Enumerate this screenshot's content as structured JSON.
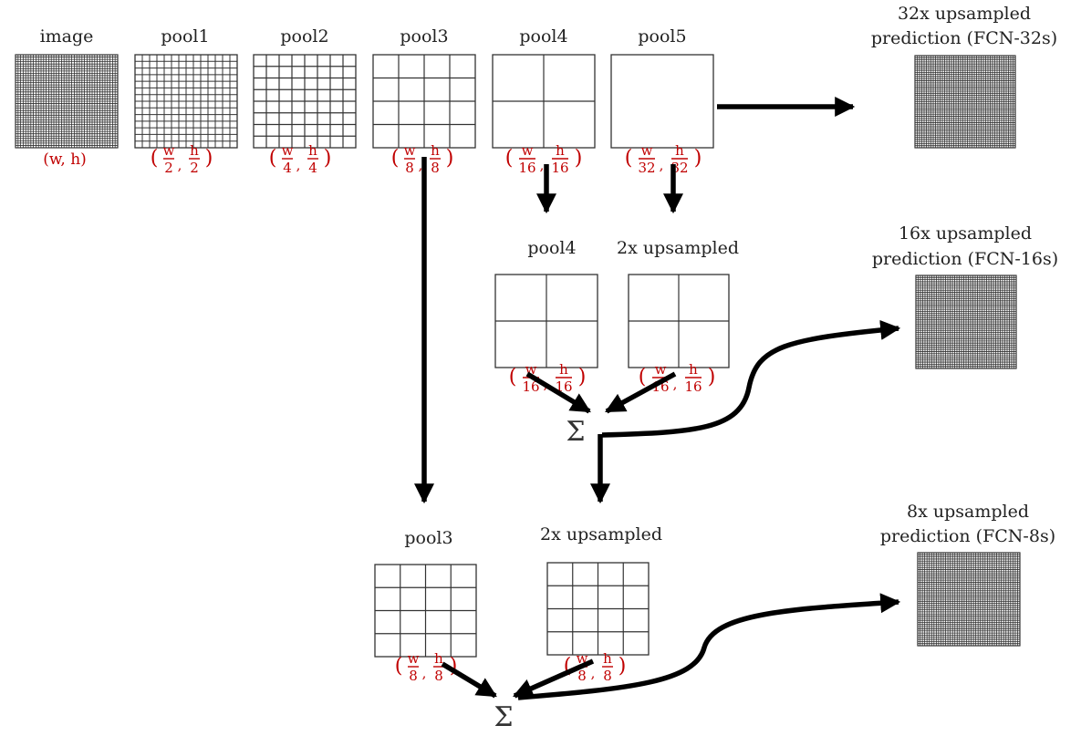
{
  "colors": {
    "text": "#222222",
    "dim": "#c00000",
    "arrow": "#000000",
    "grid": "#333333"
  },
  "top_row": [
    {
      "label": "image",
      "dim": "(w, h)",
      "den": ""
    },
    {
      "label": "pool1",
      "dim": "",
      "den": "2"
    },
    {
      "label": "pool2",
      "dim": "",
      "den": "4"
    },
    {
      "label": "pool3",
      "dim": "",
      "den": "8"
    },
    {
      "label": "pool4",
      "dim": "",
      "den": "16"
    },
    {
      "label": "pool5",
      "dim": "",
      "den": "32"
    }
  ],
  "fcn32": {
    "line1": "32x upsampled",
    "line2": "prediction (FCN-32s)"
  },
  "middle": {
    "pool4": {
      "label": "pool4",
      "den": "16"
    },
    "up": {
      "label": "2x upsampled",
      "den": "16"
    }
  },
  "fcn16": {
    "line1": "16x upsampled",
    "line2": "prediction (FCN-16s)"
  },
  "bottom": {
    "pool3": {
      "label": "pool3",
      "den": "8"
    },
    "up": {
      "label": "2x upsampled",
      "den": "8"
    }
  },
  "fcn8": {
    "line1": "8x upsampled",
    "line2": "prediction (FCN-8s)"
  },
  "sum_symbol": "Σ",
  "frac_num_w": "w",
  "frac_num_h": "h",
  "icons": [
    "arrow",
    "sum-symbol",
    "grid"
  ]
}
